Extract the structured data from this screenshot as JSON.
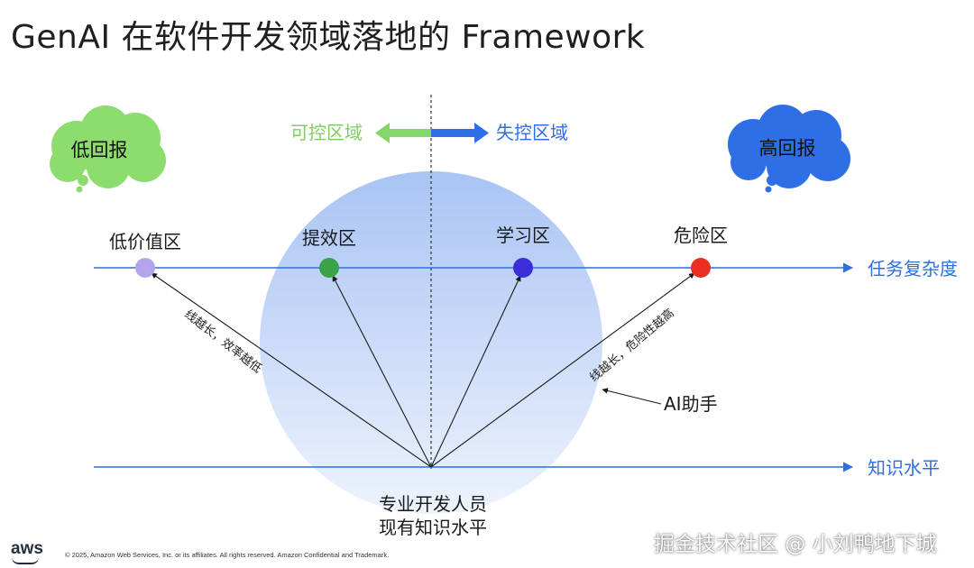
{
  "title": "GenAI 在软件开发领域落地的 Framework",
  "clouds": {
    "low_return": "低回报",
    "high_return": "高回报"
  },
  "regions": {
    "controllable": "可控区域",
    "uncontrolled": "失控区域"
  },
  "zones": [
    {
      "label": "低价值区",
      "color": "#b3a4ec"
    },
    {
      "label": "提效区",
      "color": "#3aa34a"
    },
    {
      "label": "学习区",
      "color": "#3a2ed8"
    },
    {
      "label": "危险区",
      "color": "#ec2f21"
    }
  ],
  "axes": {
    "task_complexity": "任务复杂度",
    "knowledge_level": "知识水平"
  },
  "annotations": {
    "left_line": "线越长，效率越低",
    "right_line": "线越长，危险性越高",
    "ai_assistant": "AI助手"
  },
  "origin_label": {
    "line1": "专业开发人员",
    "line2": "现有知识水平"
  },
  "footer": {
    "logo": "aws",
    "copyright": "© 2025, Amazon Web Services, Inc. or its affiliates. All rights reserved. Amazon Confidential and Trademark.",
    "watermark": "掘金技术社区 @ 小刘鸭地下城"
  },
  "colors": {
    "axis_blue": "#2f6fe0",
    "green_cloud": "#8ddc6e",
    "blue_cloud": "#2e6fe6",
    "green_arrow": "#84d66a",
    "circle_top": "#a9c4f4",
    "circle_bottom": "#e9f0fc"
  }
}
